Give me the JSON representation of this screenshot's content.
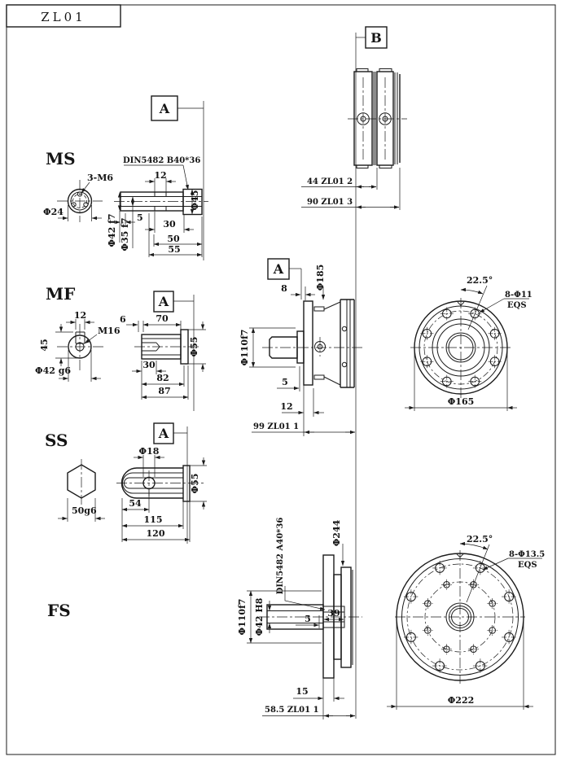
{
  "title_block": {
    "code": "ZL01"
  },
  "callouts": {
    "a": "A",
    "b": "B"
  },
  "sections": {
    "ms": {
      "label": "MS",
      "front": {
        "holes": "3-M6",
        "dia": "Φ24"
      },
      "side": {
        "spline": "DIN5482 B40*36",
        "d12": "12",
        "d5": "5",
        "d30": "30",
        "d50": "50",
        "d55": "55",
        "dia42": "Φ42 f7",
        "dia35": "Φ35 f7",
        "dia45": "Φ45"
      }
    },
    "mf": {
      "label": "MF",
      "front": {
        "d12": "12",
        "thread": "M16",
        "d45": "45",
        "dia42": "Φ42 g6"
      },
      "side": {
        "d6": "6",
        "d70": "70",
        "d30": "30",
        "d82": "82",
        "d87": "87",
        "dia55": "Φ55"
      }
    },
    "ss": {
      "label": "SS",
      "front": {
        "flats": "50g6"
      },
      "side": {
        "dia18": "Φ18",
        "d54": "54",
        "d115": "115",
        "d120": "120",
        "dia55": "Φ55"
      }
    },
    "fs": {
      "label": "FS"
    }
  },
  "coupling": {
    "d44": "44 ZL01 2",
    "d90": "90 ZL01 3"
  },
  "mf_assembly": {
    "d8": "8",
    "dia185": "Φ185",
    "dia110": "Φ110f7",
    "d5": "5",
    "d12": "12",
    "d99": "99 ZL01 1"
  },
  "mf_flange": {
    "angle": "22.5°",
    "holes": "8-Φ11",
    "eqs": "EQS",
    "dia165": "Φ165"
  },
  "fs_assembly": {
    "dia244": "Φ244",
    "spline": "DIN5482 A40*36",
    "dia110": "Φ110f7",
    "dia42": "Φ42 H8",
    "d5": "5",
    "d39": "39",
    "d15": "15",
    "d58": "58.5 ZL01 1"
  },
  "fs_flange": {
    "angle": "22.5°",
    "holes": "8-Φ13.5",
    "eqs": "EQS",
    "dia222": "Φ222"
  }
}
